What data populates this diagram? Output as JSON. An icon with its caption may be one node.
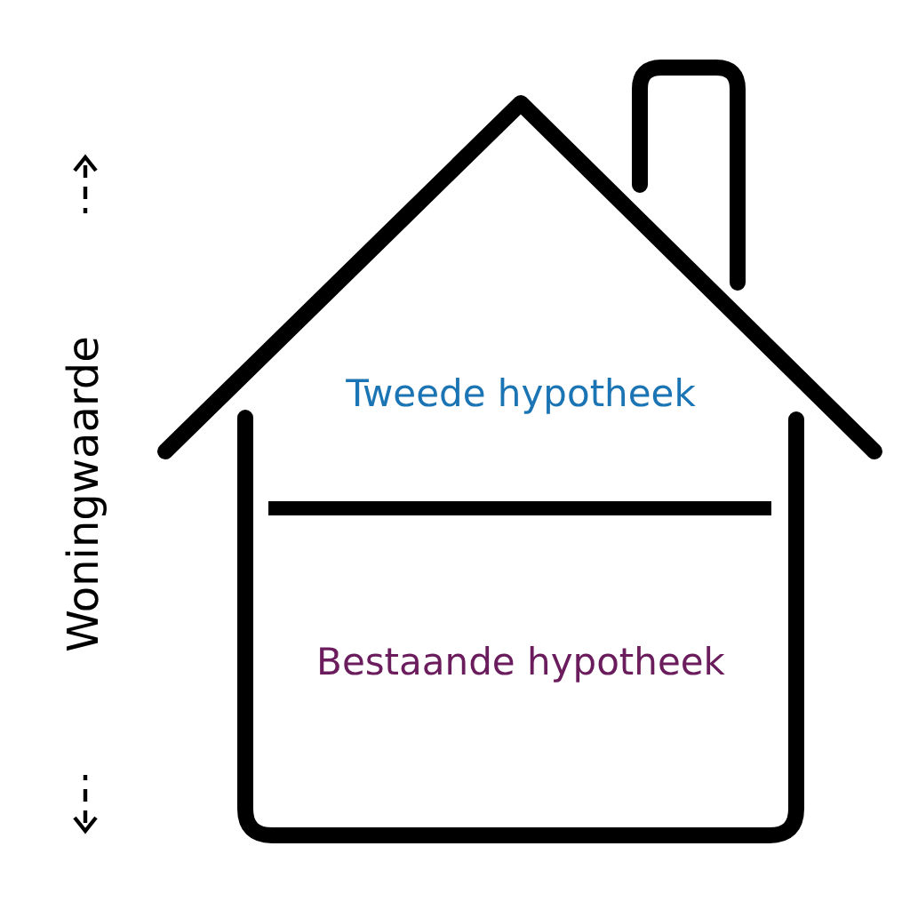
{
  "diagram": {
    "nodes": [
      {
        "text": [
          "Tweede hypotheek",
          "Bestaande hypotheek"
        ]
      }
    ],
    "labels": [
      "Woningwaarde"
    ]
  }
}
